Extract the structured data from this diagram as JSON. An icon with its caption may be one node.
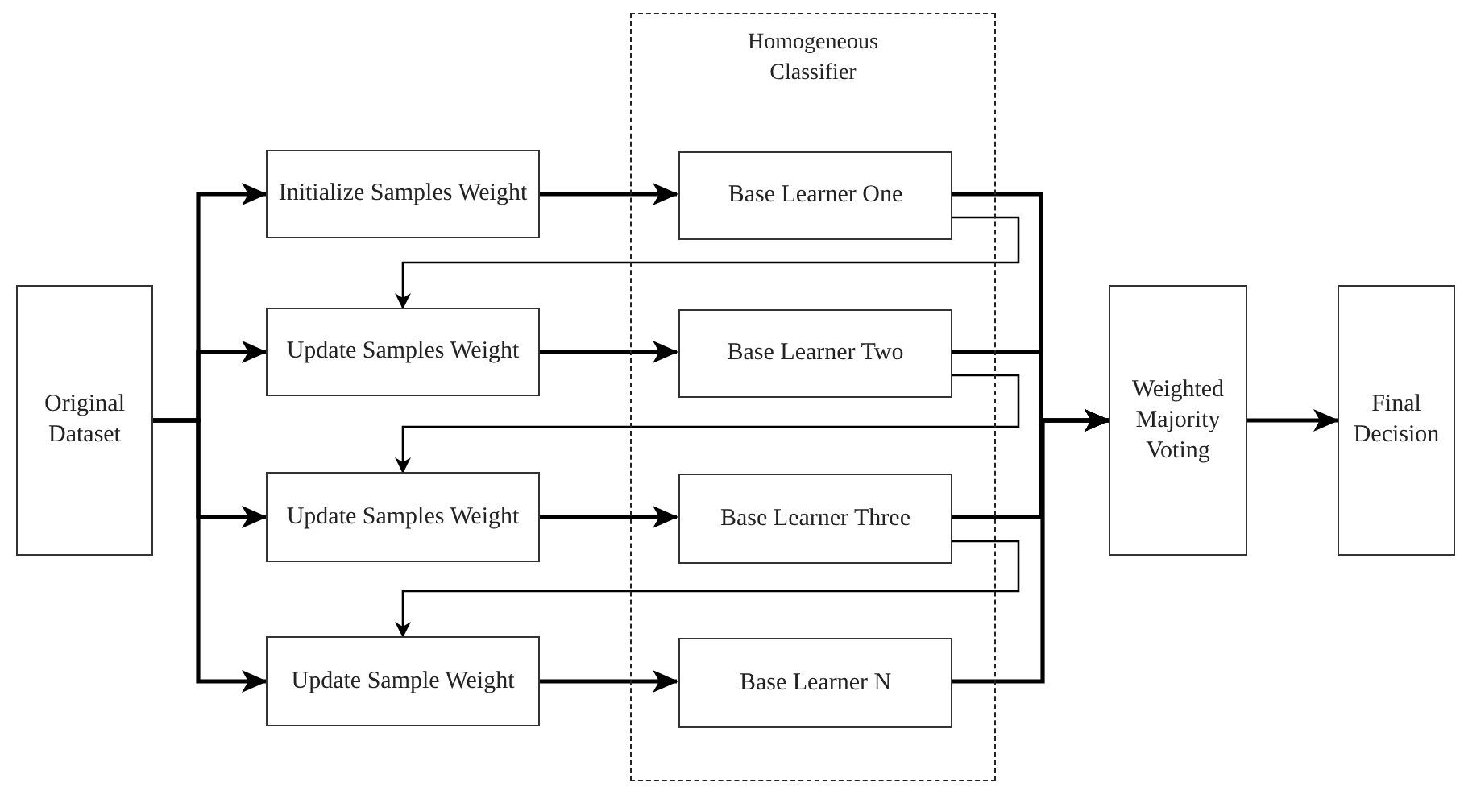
{
  "diagram": {
    "nodes": [
      {
        "text": [
          "Original Dataset"
        ]
      },
      {
        "text": [
          "Homogeneous Classifier"
        ]
      },
      {
        "text": [
          "Initialize Samples Weight"
        ]
      },
      {
        "text": [
          "Update Samples Weight"
        ]
      },
      {
        "text": [
          "Update Samples Weight"
        ]
      },
      {
        "text": [
          "Update Sample Weight"
        ]
      },
      {
        "text": [
          "Base Learner One"
        ],
        "in": 1
      },
      {
        "text": [
          "Base Learner Two"
        ],
        "in": 1
      },
      {
        "text": [
          "Base Learner Three"
        ],
        "in": 1
      },
      {
        "text": [
          "Base Learner N"
        ],
        "in": 1
      },
      {
        "text": [
          "Weighted Majority Voting"
        ]
      },
      {
        "text": [
          "Final Decision"
        ]
      }
    ],
    "edges": [
      {
        "from": 0,
        "to": 2,
        "arrow": "to"
      },
      {
        "from": 0,
        "to": 3,
        "arrow": "to"
      },
      {
        "from": 0,
        "to": 4,
        "arrow": "to"
      },
      {
        "from": 0,
        "to": 5,
        "arrow": "to"
      },
      {
        "from": 2,
        "to": 6,
        "arrow": "to"
      },
      {
        "from": 3,
        "to": 7,
        "arrow": "to"
      },
      {
        "from": 4,
        "to": 8,
        "arrow": "to"
      },
      {
        "from": 5,
        "to": 9,
        "arrow": "to"
      },
      {
        "from": 6,
        "to": 3,
        "arrow": "to"
      },
      {
        "from": 7,
        "to": 4,
        "arrow": "to"
      },
      {
        "from": 8,
        "to": 5,
        "arrow": "to"
      },
      {
        "from": 6,
        "to": 10,
        "arrow": "to"
      },
      {
        "from": 7,
        "to": 10,
        "arrow": "to"
      },
      {
        "from": 8,
        "to": 10,
        "arrow": "to"
      },
      {
        "from": 9,
        "to": 10,
        "arrow": "to"
      },
      {
        "from": 10,
        "to": 11,
        "arrow": "to"
      }
    ]
  }
}
